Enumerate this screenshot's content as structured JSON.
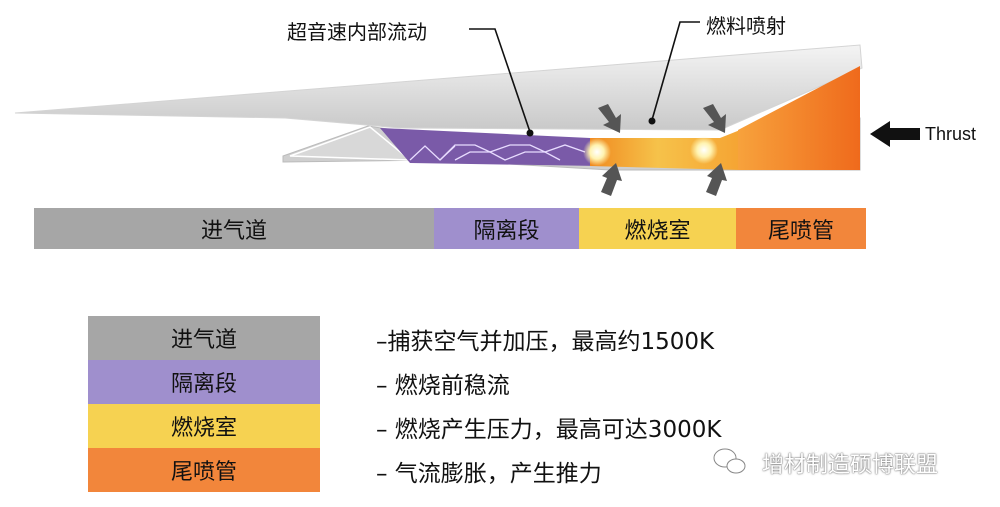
{
  "labels": {
    "supersonic_flow": "超音速内部流动",
    "fuel_injection": "燃料喷射",
    "thrust": "Thrust"
  },
  "bands": [
    {
      "label": "进气道",
      "color": "#a6a6a6"
    },
    {
      "label": "隔离段",
      "color": "#9f8fcd"
    },
    {
      "label": "燃烧室",
      "color": "#f6d251"
    },
    {
      "label": "尾喷管",
      "color": "#f2863b"
    }
  ],
  "legend": [
    {
      "label": "进气道",
      "desc": "–捕获空气并加压，最高约1500K",
      "color": "#a6a6a6"
    },
    {
      "label": "隔离段",
      "desc": "– 燃烧前稳流",
      "color": "#9f8fcd"
    },
    {
      "label": "燃烧室",
      "desc": "– 燃烧产生压力，最高可达3000K",
      "color": "#f6d251"
    },
    {
      "label": "尾喷管",
      "desc": "– 气流膨胀，产生推力",
      "color": "#f2863b"
    }
  ],
  "watermark": "增材制造硕博联盟"
}
